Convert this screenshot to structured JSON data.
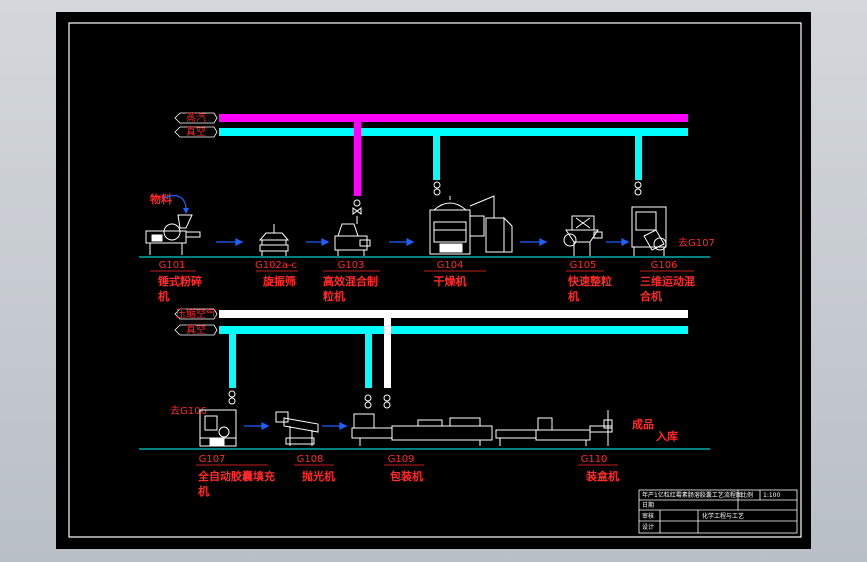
{
  "drawing": {
    "upper_pipes": [
      {
        "label": "蒸汽",
        "color": "#ff00ff"
      },
      {
        "label": "真空",
        "color": "#00ffff"
      }
    ],
    "lower_pipes": [
      {
        "label": "压缩空气",
        "color": "#ffffff"
      },
      {
        "label": "真空",
        "color": "#00ffff"
      }
    ],
    "materials_label": "物料",
    "stations_top": [
      {
        "id": "G101",
        "name": [
          "锤式粉碎",
          "机"
        ]
      },
      {
        "id": "G102a-c",
        "name": [
          "旋振筛"
        ]
      },
      {
        "id": "G103",
        "name": [
          "高效混合制",
          "粒机"
        ]
      },
      {
        "id": "G104",
        "name": [
          "干燥机"
        ]
      },
      {
        "id": "G105",
        "name": [
          "快速整粒",
          "机"
        ]
      },
      {
        "id": "G106",
        "name": [
          "三维运动混",
          "合机"
        ]
      }
    ],
    "stations_bottom": [
      {
        "id": "G107",
        "name": [
          "全自动胶囊填充",
          "机"
        ]
      },
      {
        "id": "G108",
        "name": [
          "抛光机"
        ]
      },
      {
        "id": "G109",
        "name": [
          "包装机"
        ]
      },
      {
        "id": "G110",
        "name": [
          "装盒机"
        ]
      }
    ],
    "to_next": "去G107",
    "from_prev": "去G106",
    "product_label": "成品",
    "storage_label": "入库"
  },
  "title_block": {
    "title": "年产1亿粒红霉素肠溶胶囊工艺流程图",
    "scale_label": "比例",
    "scale_value": "1:100",
    "row2": "日期",
    "row3": "审核",
    "row4": "设计",
    "school": "化学工程与工艺"
  },
  "colors": {
    "steam": "#ff00ff",
    "vacuum": "#00ffff",
    "air": "#ffffff",
    "flow_arrow": "#2060ff",
    "label": "#ff2a2a",
    "equipment": "#ffffff"
  }
}
